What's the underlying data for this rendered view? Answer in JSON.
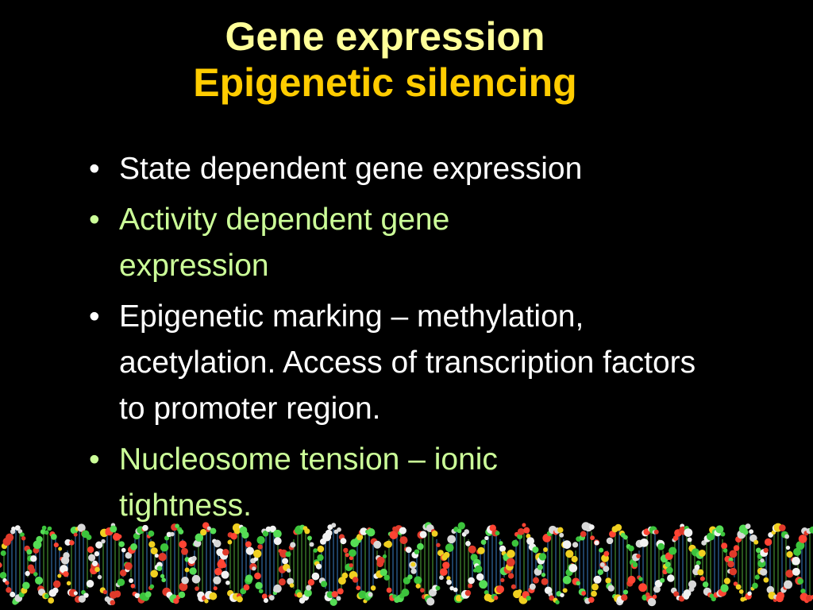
{
  "title": {
    "line1": "Gene expression",
    "line2": "Epigenetic silencing"
  },
  "bullets": [
    {
      "text": "State dependent gene expression"
    },
    {
      "text": "Activity dependent gene expression"
    },
    {
      "text": "Epigenetic marking – methylation, acetylation. Access of transcription factors to promoter region."
    },
    {
      "text": "Nucleosome tension – ionic tightness."
    }
  ],
  "colors": {
    "background": "#000000",
    "title_line1": "#FFFF99",
    "title_line2": "#FFCC00",
    "bullet_white": "#FFFFFF",
    "bullet_green": "#CCFF99"
  }
}
